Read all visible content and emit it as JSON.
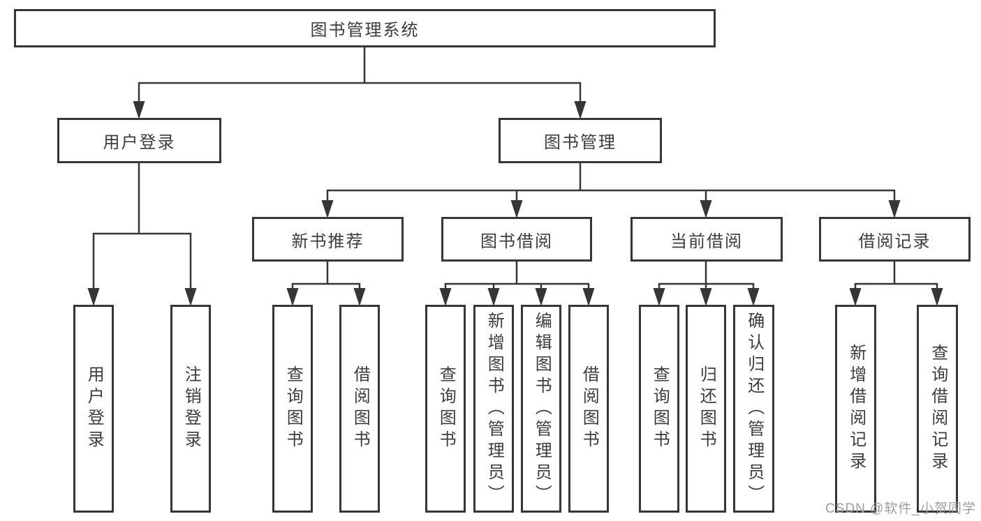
{
  "nodes": {
    "root": {
      "label": "图书管理系统"
    },
    "level2": [
      {
        "label": "用户登录"
      },
      {
        "label": "图书管理"
      }
    ],
    "level3": [
      {
        "label": "新书推荐"
      },
      {
        "label": "图书借阅"
      },
      {
        "label": "当前借阅"
      },
      {
        "label": "借阅记录"
      }
    ],
    "leaves": [
      {
        "label": "用户登录"
      },
      {
        "label": "注销登录"
      },
      {
        "label": "查询图书"
      },
      {
        "label": "借阅图书"
      },
      {
        "label": "查询图书"
      },
      {
        "label": "新增图书（管理员）"
      },
      {
        "label": "编辑图书（管理员）"
      },
      {
        "label": "借阅图书"
      },
      {
        "label": "查询图书"
      },
      {
        "label": "归还图书"
      },
      {
        "label": "确认归还（管理员）"
      },
      {
        "label": "新增借阅记录"
      },
      {
        "label": "查询借阅记录"
      }
    ]
  },
  "watermark": {
    "text": "CSDN @软件_小贺同学"
  },
  "colors": {
    "line": "#363636",
    "text": "#3c3c3c",
    "background": "#ffffff",
    "watermark": "#9d9d9d"
  }
}
